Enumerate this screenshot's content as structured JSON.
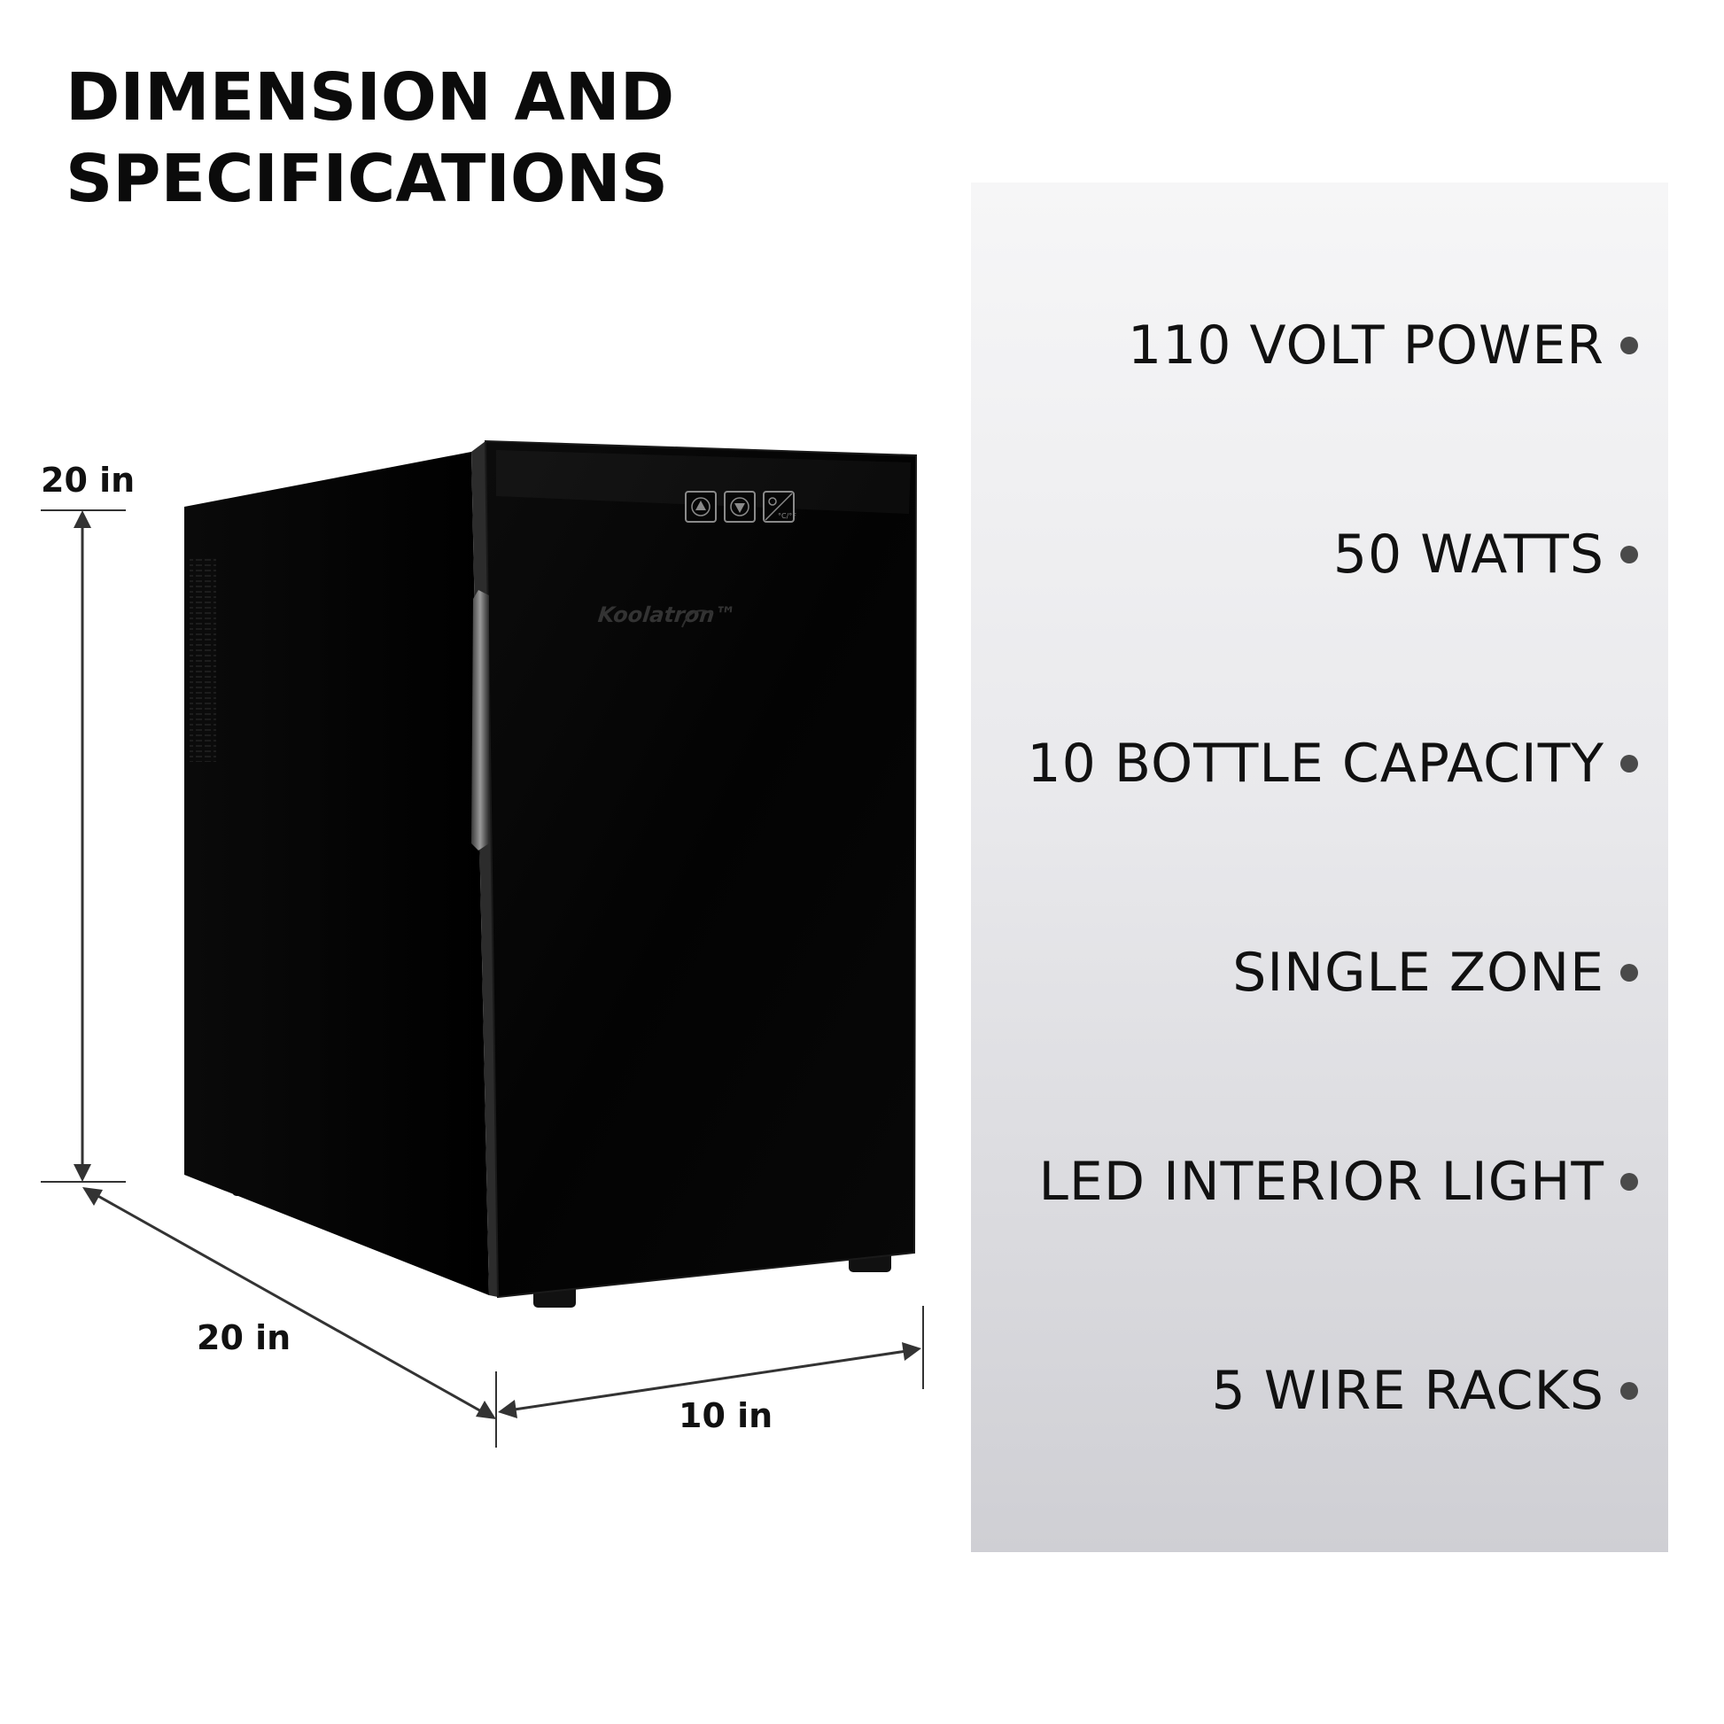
{
  "title": {
    "line1": "DIMENSION AND",
    "line2": "SPECIFICATIONS"
  },
  "specs": [
    {
      "label": "110 VOLT POWER"
    },
    {
      "label": "50 WATTS"
    },
    {
      "label": "10 BOTTLE CAPACITY"
    },
    {
      "label": "SINGLE ZONE"
    },
    {
      "label": "LED INTERIOR LIGHT"
    },
    {
      "label": "5 WIRE RACKS"
    }
  ],
  "dimensions": {
    "height": "20 in",
    "depth": "20 in",
    "width": "10 in"
  },
  "product": {
    "brand": "Koolatron™",
    "control_panel": {
      "up_icon": "up-triangle-icon",
      "down_icon": "down-triangle-icon",
      "light_unit_icon": "light-temperature-unit-icon",
      "unit_text": "°C/°F"
    }
  },
  "colors": {
    "panel_top": "#f6f6f7",
    "panel_bottom": "#cfcfd4",
    "fridge": "#050505",
    "bullet": "#4a4a4a"
  }
}
